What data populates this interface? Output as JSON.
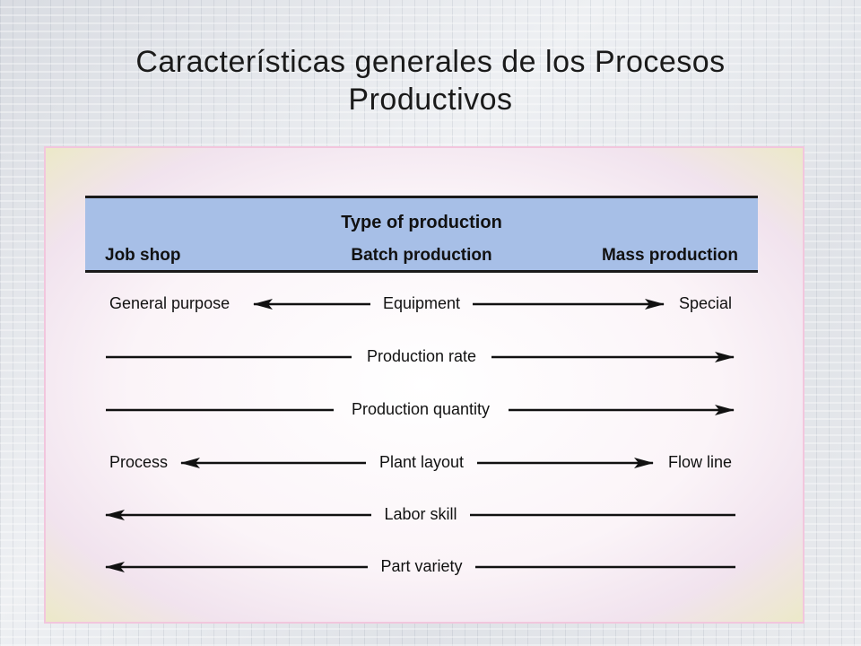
{
  "slide": {
    "title_line1": "Características generales de los Procesos",
    "title_line2": "Productivos"
  },
  "header": {
    "type_of_production": "Type of production",
    "job_shop": "Job shop",
    "batch_production": "Batch production",
    "mass_production": "Mass production"
  },
  "rows": [
    {
      "center": "Equipment",
      "left": "General purpose",
      "right": "Special",
      "direction": "both"
    },
    {
      "center": "Production rate",
      "left": "",
      "right": "",
      "direction": "right"
    },
    {
      "center": "Production quantity",
      "left": "",
      "right": "",
      "direction": "right"
    },
    {
      "center": "Plant layout",
      "left": "Process",
      "right": "Flow line",
      "direction": "both"
    },
    {
      "center": "Labor skill",
      "left": "",
      "right": "",
      "direction": "left"
    },
    {
      "center": "Part variety",
      "left": "",
      "right": "",
      "direction": "left"
    }
  ],
  "colors": {
    "header_band": "#a7bfe7",
    "frame_border": "#f2c6dd",
    "line": "#111111"
  }
}
